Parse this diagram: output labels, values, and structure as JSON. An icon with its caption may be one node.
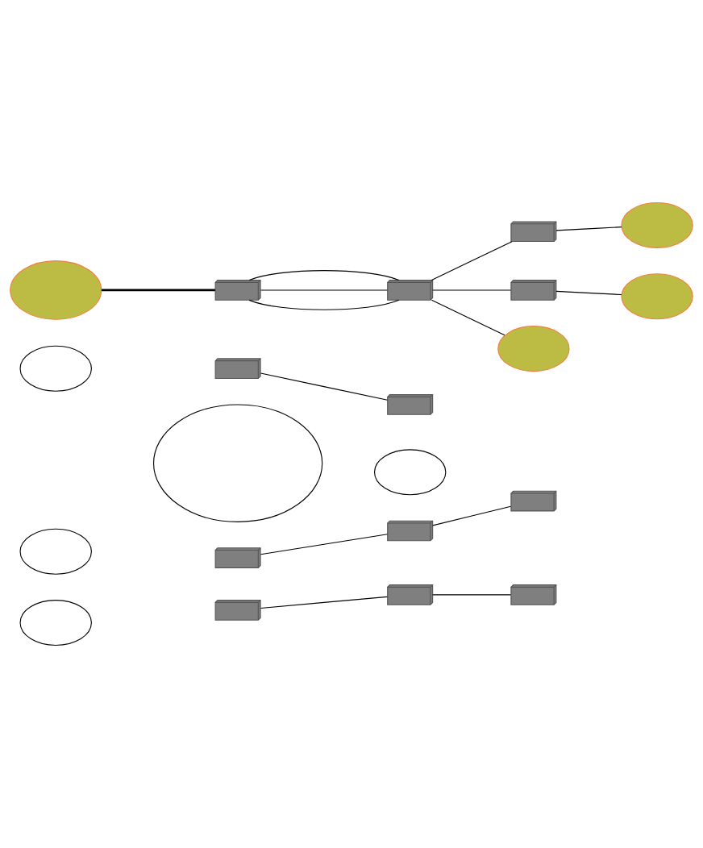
{
  "diagram": {
    "nodes": [
      {
        "text": [],
        "shape": "cloud"
      },
      {
        "text": [],
        "shape": "cloud"
      },
      {
        "text": [],
        "shape": "cloud"
      },
      {
        "text": [],
        "shape": "cloud"
      },
      {
        "text": [],
        "shape": "cloud"
      },
      {
        "text": [],
        "shape": "box"
      },
      {
        "text": [],
        "shape": "box"
      },
      {
        "text": [],
        "shape": "box"
      },
      {
        "text": [],
        "shape": "box"
      },
      {
        "text": [],
        "shape": "box"
      },
      {
        "text": [],
        "shape": "box"
      },
      {
        "text": [],
        "shape": "box"
      },
      {
        "text": [],
        "shape": "box"
      },
      {
        "text": [],
        "shape": "cloud"
      },
      {
        "text": [],
        "shape": "box"
      },
      {
        "text": [],
        "shape": "box"
      },
      {
        "text": [],
        "shape": "box"
      },
      {
        "text": [],
        "shape": "box"
      },
      {
        "text": [],
        "shape": "cloud"
      },
      {
        "text": [],
        "shape": "cloud"
      },
      {
        "text": [],
        "shape": "cloud"
      }
    ],
    "edges": [
      {
        "from": 5,
        "to": 6,
        "arrow": "none"
      },
      {
        "from": 7,
        "to": 8,
        "arrow": "none"
      },
      {
        "from": 8,
        "to": 9,
        "arrow": "none"
      },
      {
        "from": 10,
        "to": 11,
        "arrow": "none"
      },
      {
        "from": 11,
        "to": 12,
        "arrow": "none"
      },
      {
        "from": 13,
        "to": 14,
        "arrow": "none",
        "style": "thick"
      },
      {
        "from": 14,
        "to": 15,
        "arrow": "none"
      },
      {
        "from": 14,
        "to": 15,
        "arrow": "none"
      },
      {
        "from": 14,
        "to": 15,
        "arrow": "none"
      },
      {
        "from": 15,
        "to": 16,
        "arrow": "none"
      },
      {
        "from": 15,
        "to": 17,
        "arrow": "none"
      },
      {
        "from": 15,
        "to": 20,
        "arrow": "none"
      },
      {
        "from": 16,
        "to": 18,
        "arrow": "none"
      },
      {
        "from": 17,
        "to": 19,
        "arrow": "none"
      }
    ]
  }
}
